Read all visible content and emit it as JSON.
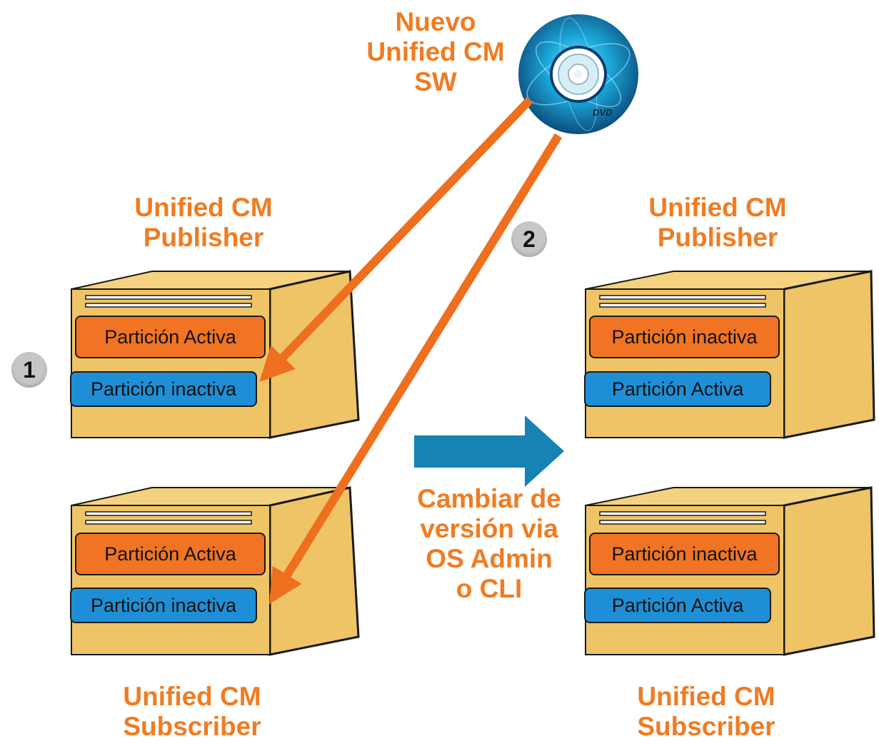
{
  "source": {
    "title_lines": [
      "Nuevo",
      "Unified CM",
      "SW"
    ],
    "disc_label": "DVD"
  },
  "left_publisher": {
    "title_lines": [
      "Unified CM",
      "Publisher"
    ],
    "top_partition": "Partición Activa",
    "bottom_partition": "Partición inactiva"
  },
  "left_subscriber": {
    "title_lines": [
      "Unified CM",
      "Subscriber"
    ],
    "top_partition": "Partición Activa",
    "bottom_partition": "Partición inactiva"
  },
  "right_publisher": {
    "title_lines": [
      "Unified CM",
      "Publisher"
    ],
    "top_partition": "Partición inactiva",
    "bottom_partition": "Partición Activa"
  },
  "right_subscriber": {
    "title_lines": [
      "Unified CM",
      "Subscriber"
    ],
    "top_partition": "Partición inactiva",
    "bottom_partition": "Partición Activa"
  },
  "steps": {
    "step1": "1",
    "step2": "2"
  },
  "switch_caption": [
    "Cambiar de",
    "versión via",
    "OS Admin",
    "o CLI"
  ],
  "colors": {
    "title_orange": "#f07c22",
    "arrow_orange": "#ee6f1e",
    "partition_orange": "#f07423",
    "partition_blue": "#1e8fd6",
    "server_tan": "#efc466",
    "big_arrow_blue": "#1783b5"
  }
}
